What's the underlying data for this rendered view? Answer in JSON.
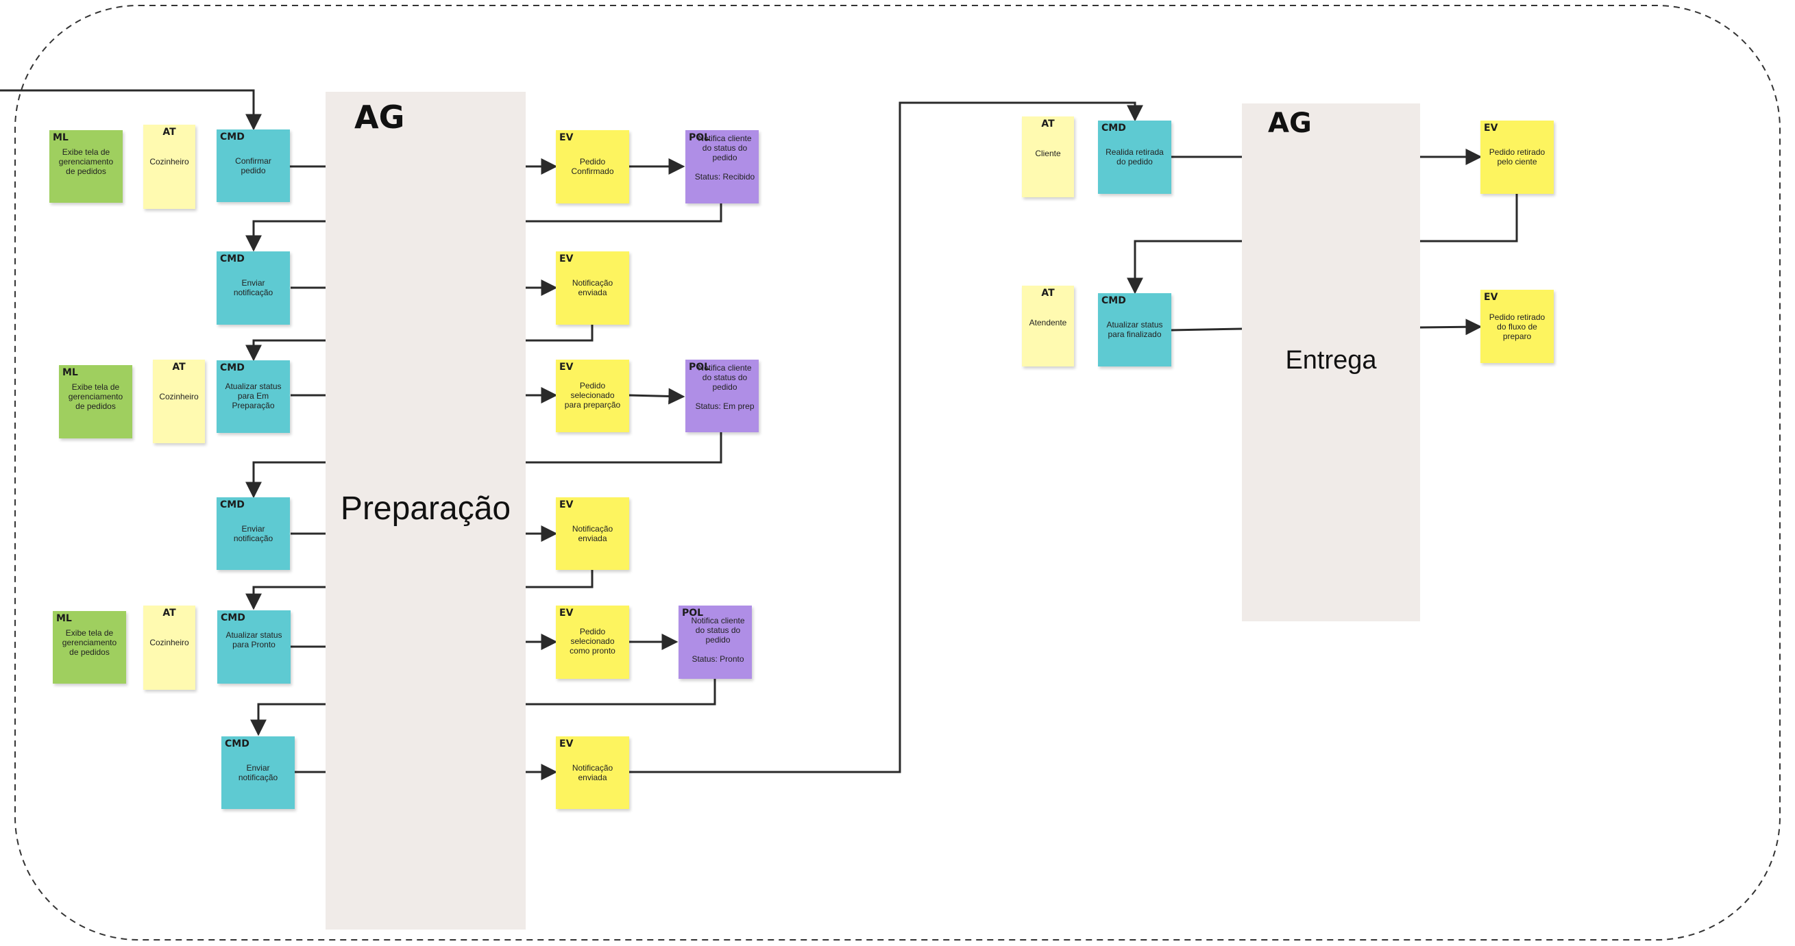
{
  "aggregates": {
    "preparacao": {
      "tag": "AG",
      "name": "Preparação"
    },
    "entrega": {
      "tag": "AG",
      "name": "Entrega"
    }
  },
  "notes": {
    "ml1": {
      "tag": "ML",
      "text": "Exibe tela de\ngerenciamento\nde pedidos"
    },
    "at1": {
      "tag": "AT",
      "text": "Cozinheiro"
    },
    "cmd1": {
      "tag": "CMD",
      "text": "Confirmar\npedido"
    },
    "ev1": {
      "tag": "EV",
      "text": "Pedido\nConfirmado"
    },
    "pol1": {
      "tag": "POL",
      "text": "Notifica cliente\ndo status do\npedido\n\nStatus: Recibido"
    },
    "cmd2": {
      "tag": "CMD",
      "text": "Enviar\nnotificação"
    },
    "ev2": {
      "tag": "EV",
      "text": "Notificação\nenviada"
    },
    "ml2": {
      "tag": "ML",
      "text": "Exibe tela de\ngerenciamento\nde pedidos"
    },
    "at2": {
      "tag": "AT",
      "text": "Cozinheiro"
    },
    "cmd3": {
      "tag": "CMD",
      "text": "Atualizar status\npara Em\nPreparação"
    },
    "ev3": {
      "tag": "EV",
      "text": "Pedido\nselecionado\npara preparção"
    },
    "pol2": {
      "tag": "POL",
      "text": "Notifica cliente\ndo status do\npedido\n\nStatus: Em prep"
    },
    "cmd4": {
      "tag": "CMD",
      "text": "Enviar\nnotificação"
    },
    "ev4": {
      "tag": "EV",
      "text": "Notificação\nenviada"
    },
    "ml3": {
      "tag": "ML",
      "text": "Exibe tela de\ngerenciamento\nde pedidos"
    },
    "at3": {
      "tag": "AT",
      "text": "Cozinheiro"
    },
    "cmd5": {
      "tag": "CMD",
      "text": "Atualizar status\npara Pronto"
    },
    "ev5": {
      "tag": "EV",
      "text": "Pedido\nselecionado\ncomo pronto"
    },
    "pol3": {
      "tag": "POL",
      "text": "Notifica cliente\ndo status do\npedido\n\nStatus: Pronto"
    },
    "cmd6": {
      "tag": "CMD",
      "text": "Enviar\nnotificação"
    },
    "ev6": {
      "tag": "EV",
      "text": "Notificação\nenviada"
    },
    "at4": {
      "tag": "AT",
      "text": "Cliente"
    },
    "cmd7": {
      "tag": "CMD",
      "text": "Realida retirada\ndo pedido"
    },
    "ev7": {
      "tag": "EV",
      "text": "Pedido retirado\npelo ciente"
    },
    "at5": {
      "tag": "AT",
      "text": "Atendente"
    },
    "cmd8": {
      "tag": "CMD",
      "text": "Atualizar status\npara finalizado"
    },
    "ev8": {
      "tag": "EV",
      "text": "Pedido retirado\ndo fluxo de\npreparo"
    }
  }
}
